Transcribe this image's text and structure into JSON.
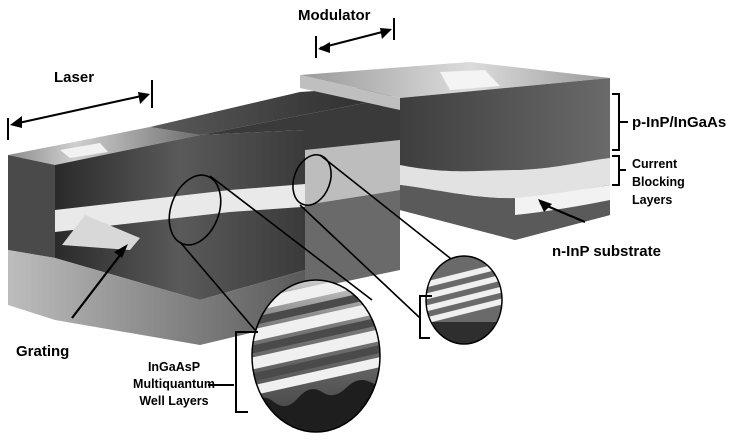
{
  "diagram": {
    "labels": {
      "laser": "Laser",
      "modulator": "Modulator",
      "p_cladding": "p-InP/InGaAs",
      "current_blocking": [
        "Current",
        "Blocking",
        "Layers"
      ],
      "substrate": "n-InP substrate",
      "grating": "Grating",
      "mqw": [
        "InGaAsP",
        "Multiquantum",
        "Well Layers"
      ]
    }
  }
}
